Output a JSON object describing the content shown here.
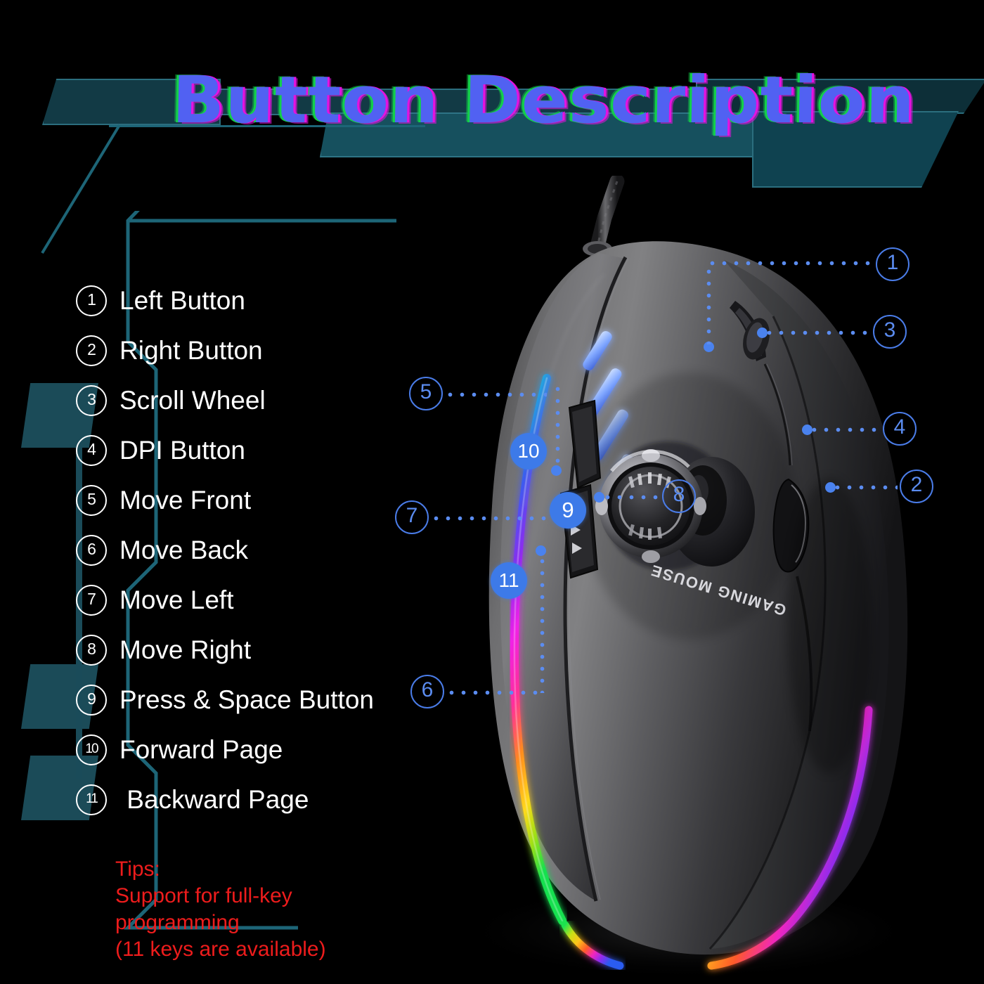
{
  "header": {
    "title": "Button Description"
  },
  "legend": {
    "items": [
      {
        "num": "1",
        "label": "Left Button"
      },
      {
        "num": "2",
        "label": "Right Button"
      },
      {
        "num": "3",
        "label": "Scroll Wheel"
      },
      {
        "num": "4",
        "label": "DPI Button"
      },
      {
        "num": "5",
        "label": "Move Front"
      },
      {
        "num": "6",
        "label": "Move Back"
      },
      {
        "num": "7",
        "label": "Move Left"
      },
      {
        "num": "8",
        "label": "Move Right"
      },
      {
        "num": "9",
        "label": "Press & Space Button"
      },
      {
        "num": "10",
        "label": "Forward Page"
      },
      {
        "num": "11",
        "label": " Backward Page"
      }
    ]
  },
  "tips": {
    "line1": "Tips:",
    "line2": "Support for full-key",
    "line3": "programming",
    "line4": "(11 keys are available)"
  },
  "callouts": [
    {
      "num": "1",
      "style": "outline"
    },
    {
      "num": "3",
      "style": "outline"
    },
    {
      "num": "4",
      "style": "outline"
    },
    {
      "num": "2",
      "style": "outline"
    },
    {
      "num": "5",
      "style": "outline"
    },
    {
      "num": "7",
      "style": "outline"
    },
    {
      "num": "8",
      "style": "outline"
    },
    {
      "num": "6",
      "style": "outline"
    },
    {
      "num": "10",
      "style": "filled"
    },
    {
      "num": "9",
      "style": "filled"
    },
    {
      "num": "11",
      "style": "filled"
    }
  ],
  "product": {
    "brand_text": "GAMING MOUSE"
  },
  "colors": {
    "background": "#000000",
    "title_fill": "#5161f2",
    "title_fringe_magenta": "#e412e0",
    "title_fringe_green": "#13d04a",
    "frame_teal": "#2b6e7e",
    "frame_teal_fill": "#14414d",
    "legend_text": "#ffffff",
    "tips_text": "#ed1c1c",
    "callout_blue": "#4a7ce8",
    "callout_filled": "#3d7ae8",
    "accent_stripe_blue": "#7fa6ff"
  }
}
